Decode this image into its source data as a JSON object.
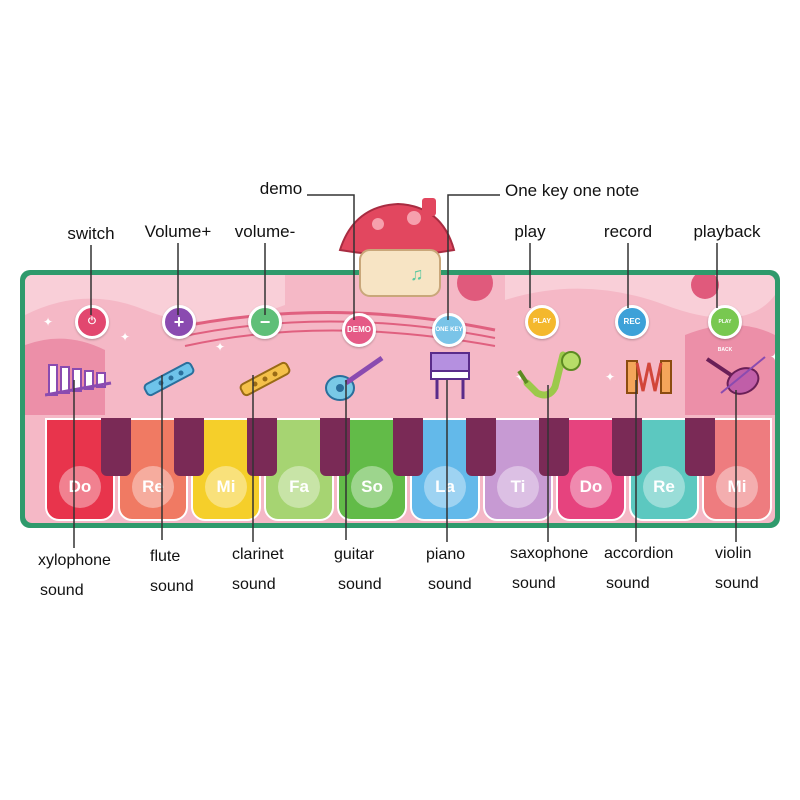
{
  "top_labels": {
    "demo": "demo",
    "one_key": "One key one note",
    "switch": "switch",
    "volume_up": "Volume+",
    "volume_down": "volume-",
    "play": "play",
    "record": "record",
    "playback": "playback"
  },
  "keys": [
    {
      "note": "Do",
      "color": "#e8344c"
    },
    {
      "note": "Re",
      "color": "#f07a63"
    },
    {
      "note": "Mi",
      "color": "#f5cf2a"
    },
    {
      "note": "Fa",
      "color": "#a6d472"
    },
    {
      "note": "So",
      "color": "#62bb48"
    },
    {
      "note": "La",
      "color": "#63b9ea"
    },
    {
      "note": "Ti",
      "color": "#c79ad3"
    },
    {
      "note": "Do",
      "color": "#e6437e"
    },
    {
      "note": "Re",
      "color": "#5cc8c0"
    },
    {
      "note": "Mi",
      "color": "#ee7c7f"
    }
  ],
  "buttons": {
    "switch": "switch-button",
    "volume_up": "+",
    "volume_down": "−",
    "demo": "DEMO",
    "one_key": "ONE KEY",
    "play": "PLAY",
    "record": "REC",
    "playback": "PLAY BACK"
  },
  "bottom_labels": [
    {
      "line1": "xylophone",
      "line2": "sound"
    },
    {
      "line1": "flute",
      "line2": "sound"
    },
    {
      "line1": "clarinet",
      "line2": "sound"
    },
    {
      "line1": "guitar",
      "line2": "sound"
    },
    {
      "line1": "piano",
      "line2": "sound"
    },
    {
      "line1": "saxophone",
      "line2": "sound"
    },
    {
      "line1": "accordion",
      "line2": "sound"
    },
    {
      "line1": "violin",
      "line2": "sound"
    }
  ],
  "icons": {
    "xylophone": "xylophone-icon",
    "flute": "flute-icon",
    "clarinet": "clarinet-icon",
    "guitar": "guitar-icon",
    "piano": "piano-icon",
    "saxophone": "saxophone-icon",
    "accordion": "accordion-icon",
    "violin": "violin-icon",
    "mushroom_house": "mushroom-house-icon"
  },
  "colors": {
    "mat_border": "#2f9a6c",
    "mat_background": "#f5b8c6",
    "black_key": "#7a2a56"
  }
}
